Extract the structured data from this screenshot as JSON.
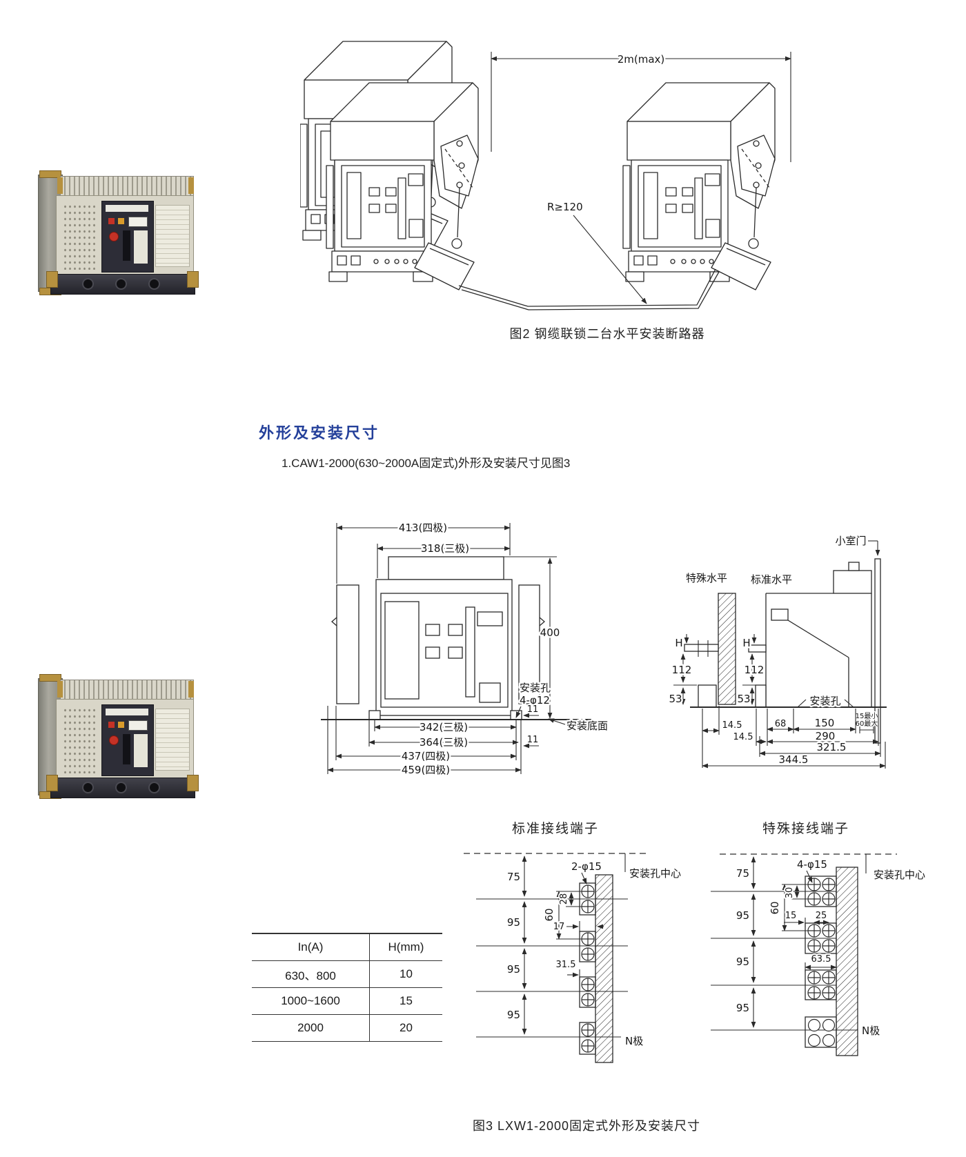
{
  "colors": {
    "heading_blue": "#24409a",
    "line_color": "#2a2a2a",
    "background": "#ffffff"
  },
  "fig2": {
    "span_dim": "2m(max)",
    "radius_label": "R≥120",
    "caption": "图2 钢缆联锁二台水平安装断路器"
  },
  "section": {
    "heading": "外形及安装尺寸",
    "subtitle": "1.CAW1-2000(630~2000A固定式)外形及安装尺寸见图3"
  },
  "fig3": {
    "caption": "图3  LXW1-2000固定式外形及安装尺寸",
    "front": {
      "dim_413": "413(四极)",
      "dim_318": "318(三极)",
      "dim_400": "400",
      "hole_label_1": "安装孔",
      "hole_label_2": "4-φ12",
      "dim_342": "342(三极)",
      "dim_364": "364(三极)",
      "dim_437": "437(四极)",
      "dim_459": "459(四极)",
      "dim_11a": "11",
      "dim_11b": "11",
      "base_label": "安装底面"
    },
    "side": {
      "door_label": "小室门",
      "special_label": "特殊水平",
      "standard_label": "标准水平",
      "H_left": "H",
      "dim_112_left": "112",
      "dim_53_left": "53",
      "H_right": "H",
      "dim_112_right": "112",
      "dim_53_right": "53",
      "hole_label": "安装孔",
      "min_label": "15最小",
      "max_label": "60最大",
      "dim_145a": "14.5",
      "dim_145b": "14.5",
      "dim_68": "68",
      "dim_150": "150",
      "dim_290": "290",
      "dim_3215": "321.5",
      "dim_3445": "344.5"
    },
    "table": {
      "headers": [
        "In(A)",
        "H(mm)"
      ],
      "rows": [
        [
          "630、800",
          "10"
        ],
        [
          "1000~1600",
          "15"
        ],
        [
          "2000",
          "20"
        ]
      ]
    },
    "std_term": {
      "title": "标准接线端子",
      "center_label": "安装孔中心",
      "hole_dim": "2-φ15",
      "dim_75": "75",
      "dim_95a": "95",
      "dim_95b": "95",
      "dim_95c": "95",
      "dim_60": "60",
      "dim_28": "28",
      "dim_17": "17",
      "dim_315": "31.5",
      "n_label": "N极"
    },
    "sp_term": {
      "title": "特殊接线端子",
      "center_label": "安装孔中心",
      "hole_dim": "4-φ15",
      "dim_75": "75",
      "dim_95a": "95",
      "dim_95b": "95",
      "dim_95c": "95",
      "dim_60": "60",
      "dim_30": "30",
      "dim_15": "15",
      "dim_25": "25",
      "dim_635": "63.5",
      "n_label": "N极"
    }
  }
}
